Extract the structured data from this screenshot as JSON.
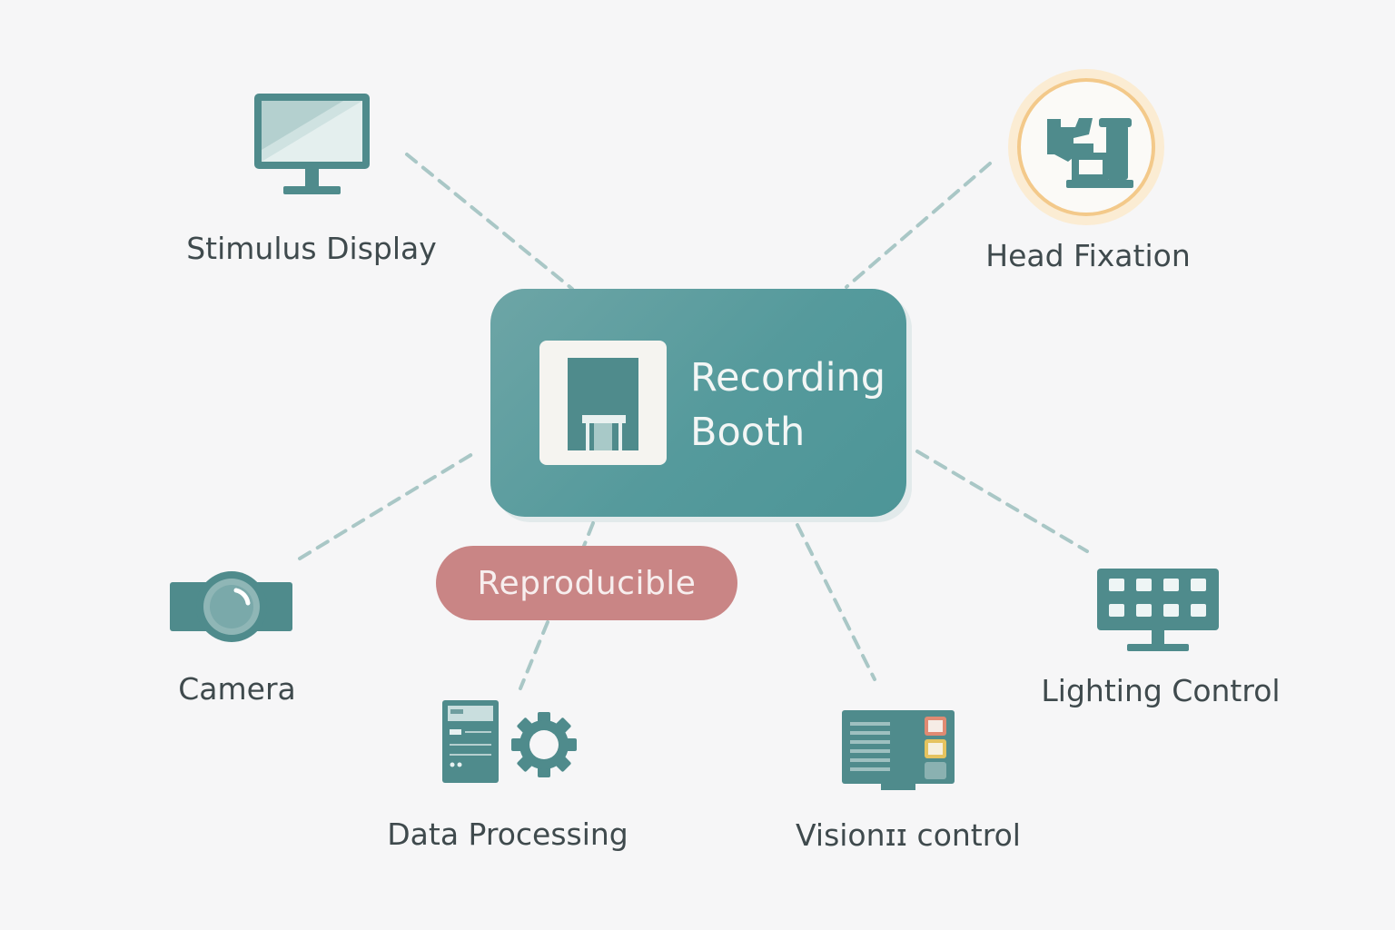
{
  "colors": {
    "background": "#f6f6f7",
    "teal": "#4f8b8c",
    "teal_light": "#5a9a9c",
    "connector": "#a9c7c6",
    "text": "#3f4a4d",
    "badge": "#c98585",
    "highlight_ring": "#f3c98a"
  },
  "hub": {
    "title_line1": "Recording",
    "title_line2": "Booth",
    "icon": "booth-icon"
  },
  "badge": {
    "label": "Reproducible"
  },
  "nodes": [
    {
      "id": "stimulus-display",
      "label": "Stimulus Display",
      "icon": "monitor-icon"
    },
    {
      "id": "head-fixation",
      "label": "Head Fixation",
      "icon": "head-fixation-icon",
      "highlighted": true
    },
    {
      "id": "camera",
      "label": "Camera",
      "icon": "camera-icon"
    },
    {
      "id": "lighting-control",
      "label": "Lighting Control",
      "icon": "lighting-panel-icon"
    },
    {
      "id": "data-processing",
      "label": "Data Processing",
      "icon": "server-gear-icon"
    },
    {
      "id": "vision-control",
      "label": "Visionɪɪ control",
      "icon": "control-panel-icon"
    }
  ]
}
